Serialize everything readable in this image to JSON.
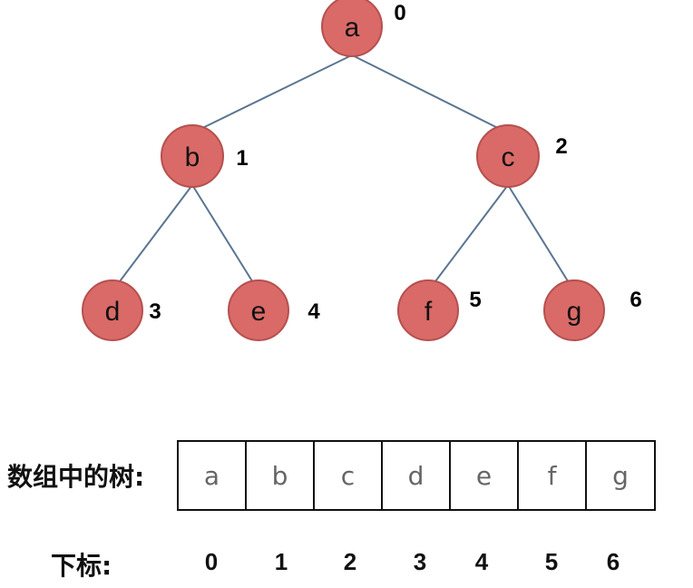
{
  "colors": {
    "node_fill": "#d96a67",
    "node_stroke": "#b5504f",
    "edge": "#5a7590"
  },
  "tree": {
    "nodes": [
      {
        "id": "a",
        "label": "a",
        "index": "0"
      },
      {
        "id": "b",
        "label": "b",
        "index": "1"
      },
      {
        "id": "c",
        "label": "c",
        "index": "2"
      },
      {
        "id": "d",
        "label": "d",
        "index": "3"
      },
      {
        "id": "e",
        "label": "e",
        "index": "4"
      },
      {
        "id": "f",
        "label": "f",
        "index": "5"
      },
      {
        "id": "g",
        "label": "g",
        "index": "6"
      }
    ],
    "edges": [
      [
        "a",
        "b"
      ],
      [
        "a",
        "c"
      ],
      [
        "b",
        "d"
      ],
      [
        "b",
        "e"
      ],
      [
        "c",
        "f"
      ],
      [
        "c",
        "g"
      ]
    ]
  },
  "array": {
    "caption": "数组中的树:",
    "cells": [
      "a",
      "b",
      "c",
      "d",
      "e",
      "f",
      "g"
    ]
  },
  "indices": {
    "caption": "下标:",
    "values": [
      "0",
      "1",
      "2",
      "3",
      "4",
      "5",
      "6"
    ]
  }
}
